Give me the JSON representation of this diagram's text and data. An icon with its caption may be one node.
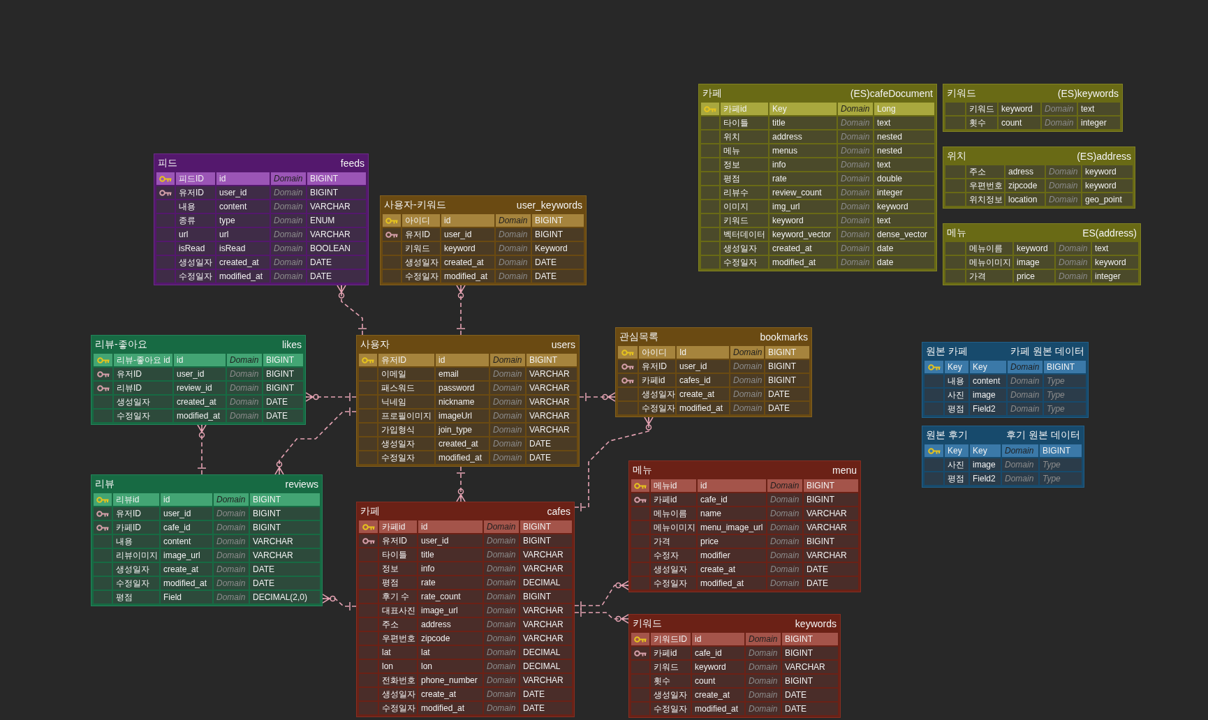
{
  "diagram": {
    "nodes": [
      {
        "text": [
          "피드",
          "feeds"
        ]
      },
      {
        "text": [
          "피드ID",
          "id",
          "Domain",
          "BIGINT"
        ],
        "in": 0
      },
      {
        "text": [
          "유저ID",
          "user_id",
          "Domain",
          "BIGINT"
        ],
        "in": 0
      },
      {
        "text": [
          "내용",
          "content",
          "Domain",
          "VARCHAR"
        ],
        "in": 0
      },
      {
        "text": [
          "종류",
          "type",
          "Domain",
          "ENUM"
        ],
        "in": 0
      },
      {
        "text": [
          "url",
          "url",
          "Domain",
          "VARCHAR"
        ],
        "in": 0
      },
      {
        "text": [
          "isRead",
          "isRead",
          "Domain",
          "BOOLEAN"
        ],
        "in": 0
      },
      {
        "text": [
          "생성일자",
          "created_at",
          "Domain",
          "DATE"
        ],
        "in": 0
      },
      {
        "text": [
          "수정일자",
          "modified_at",
          "Domain",
          "DATE"
        ],
        "in": 0
      },
      {
        "text": [
          "사용자-키워드",
          "user_keywords"
        ]
      },
      {
        "text": [
          "아이디",
          "id",
          "Domain",
          "BIGINT"
        ],
        "in": 9
      },
      {
        "text": [
          "유저ID",
          "user_id",
          "Domain",
          "BIGINT"
        ],
        "in": 9
      },
      {
        "text": [
          "키워드",
          "keyword",
          "Domain",
          "Keyword"
        ],
        "in": 9
      },
      {
        "text": [
          "생성일자",
          "created_at",
          "Domain",
          "DATE"
        ],
        "in": 9
      },
      {
        "text": [
          "수정일자",
          "modified_at",
          "Domain",
          "DATE"
        ],
        "in": 9
      },
      {
        "text": [
          "카페",
          "(ES)cafeDocument"
        ]
      },
      {
        "text": [
          "카페id",
          "Key",
          "Domain",
          "Long"
        ],
        "in": 15
      },
      {
        "text": [
          "타이틀",
          "title",
          "Domain",
          "text"
        ],
        "in": 15
      },
      {
        "text": [
          "위치",
          "address",
          "Domain",
          "nested"
        ],
        "in": 15
      },
      {
        "text": [
          "메뉴",
          "menus",
          "Domain",
          "nested"
        ],
        "in": 15
      },
      {
        "text": [
          "정보",
          "info",
          "Domain",
          "text"
        ],
        "in": 15
      },
      {
        "text": [
          "평점",
          "rate",
          "Domain",
          "double"
        ],
        "in": 15
      },
      {
        "text": [
          "리뷰수",
          "review_count",
          "Domain",
          "integer"
        ],
        "in": 15
      },
      {
        "text": [
          "이미지",
          "img_url",
          "Domain",
          "keyword"
        ],
        "in": 15
      },
      {
        "text": [
          "키워드",
          "keyword",
          "Domain",
          "text"
        ],
        "in": 15
      },
      {
        "text": [
          "벡터데이터",
          "keyword_vector",
          "Domain",
          "dense_vector"
        ],
        "in": 15
      },
      {
        "text": [
          "생성일자",
          "created_at",
          "Domain",
          "date"
        ],
        "in": 15
      },
      {
        "text": [
          "수정일자",
          "modified_at",
          "Domain",
          "date"
        ],
        "in": 15
      },
      {
        "text": [
          "키워드",
          "(ES)keywords"
        ]
      },
      {
        "text": [
          "키워드",
          "keyword",
          "Domain",
          "text"
        ],
        "in": 28
      },
      {
        "text": [
          "횟수",
          "count",
          "Domain",
          "integer"
        ],
        "in": 28
      },
      {
        "text": [
          "위치",
          "(ES)address"
        ]
      },
      {
        "text": [
          "주소",
          "adress",
          "Domain",
          "keyword"
        ],
        "in": 31
      },
      {
        "text": [
          "우편번호",
          "zipcode",
          "Domain",
          "keyword"
        ],
        "in": 31
      },
      {
        "text": [
          "위치정보",
          "location",
          "Domain",
          "geo_point"
        ],
        "in": 31
      },
      {
        "text": [
          "메뉴",
          "ES(address)"
        ]
      },
      {
        "text": [
          "메뉴이름",
          "keyword",
          "Domain",
          "text"
        ],
        "in": 35
      },
      {
        "text": [
          "메뉴이미지",
          "image",
          "Domain",
          "keyword"
        ],
        "in": 35
      },
      {
        "text": [
          "가격",
          "price",
          "Domain",
          "integer"
        ],
        "in": 35
      },
      {
        "text": [
          "리뷰-좋아요",
          "likes"
        ]
      },
      {
        "text": [
          "리뷰-좋아요 id",
          "id",
          "Domain",
          "BIGINT"
        ],
        "in": 39
      },
      {
        "text": [
          "유저ID",
          "user_id",
          "Domain",
          "BIGINT"
        ],
        "in": 39
      },
      {
        "text": [
          "리뷰ID",
          "review_id",
          "Domain",
          "BIGINT"
        ],
        "in": 39
      },
      {
        "text": [
          "생성일자",
          "created_at",
          "Domain",
          "DATE"
        ],
        "in": 39
      },
      {
        "text": [
          "수정일자",
          "modified_at",
          "Domain",
          "DATE"
        ],
        "in": 39
      },
      {
        "text": [
          "사용자",
          "users"
        ]
      },
      {
        "text": [
          "유저ID",
          "id",
          "Domain",
          "BIGINT"
        ],
        "in": 45
      },
      {
        "text": [
          "이메일",
          "email",
          "Domain",
          "VARCHAR"
        ],
        "in": 45
      },
      {
        "text": [
          "패스워드",
          "password",
          "Domain",
          "VARCHAR"
        ],
        "in": 45
      },
      {
        "text": [
          "닉네임",
          "nickname",
          "Domain",
          "VARCHAR"
        ],
        "in": 45
      },
      {
        "text": [
          "프로필이미지",
          "imageUrl",
          "Domain",
          "VARCHAR"
        ],
        "in": 45
      },
      {
        "text": [
          "가입형식",
          "join_type",
          "Domain",
          "VARCHAR"
        ],
        "in": 45
      },
      {
        "text": [
          "생성일자",
          "created_at",
          "Domain",
          "DATE"
        ],
        "in": 45
      },
      {
        "text": [
          "수정일자",
          "modified_at",
          "Domain",
          "DATE"
        ],
        "in": 45
      },
      {
        "text": [
          "관심목록",
          "bookmarks"
        ]
      },
      {
        "text": [
          "아이디",
          "Id",
          "Domain",
          "BIGINT"
        ],
        "in": 54
      },
      {
        "text": [
          "유저ID",
          "user_id",
          "Domain",
          "BIGINT"
        ],
        "in": 54
      },
      {
        "text": [
          "카페id",
          "cafes_id",
          "Domain",
          "BIGINT"
        ],
        "in": 54
      },
      {
        "text": [
          "생성일자",
          "create_at",
          "Domain",
          "DATE"
        ],
        "in": 54
      },
      {
        "text": [
          "수정일자",
          "modified_at",
          "Domain",
          "DATE"
        ],
        "in": 54
      },
      {
        "text": [
          "원본 카페",
          "카페 원본 데이터"
        ]
      },
      {
        "text": [
          "Key",
          "Key",
          "Domain",
          "BIGINT"
        ],
        "in": 60
      },
      {
        "text": [
          "내용",
          "content",
          "Domain",
          "Type"
        ],
        "in": 60
      },
      {
        "text": [
          "사진",
          "image",
          "Domain",
          "Type"
        ],
        "in": 60
      },
      {
        "text": [
          "평점",
          "Field2",
          "Domain",
          "Type"
        ],
        "in": 60
      },
      {
        "text": [
          "원본 후기",
          "후기 원본 데이터"
        ]
      },
      {
        "text": [
          "Key",
          "Key",
          "Domain",
          "BIGINT"
        ],
        "in": 65
      },
      {
        "text": [
          "사진",
          "image",
          "Domain",
          "Type"
        ],
        "in": 65
      },
      {
        "text": [
          "평점",
          "Field2",
          "Domain",
          "Type"
        ],
        "in": 65
      },
      {
        "text": [
          "리뷰",
          "reviews"
        ]
      },
      {
        "text": [
          "리뷰id",
          "id",
          "Domain",
          "BIGINT"
        ],
        "in": 69
      },
      {
        "text": [
          "유저ID",
          "user_id",
          "Domain",
          "BIGINT"
        ],
        "in": 69
      },
      {
        "text": [
          "카페ID",
          "cafe_id",
          "Domain",
          "BIGINT"
        ],
        "in": 69
      },
      {
        "text": [
          "내용",
          "content",
          "Domain",
          "VARCHAR"
        ],
        "in": 69
      },
      {
        "text": [
          "리뷰이미지",
          "image_url",
          "Domain",
          "VARCHAR"
        ],
        "in": 69
      },
      {
        "text": [
          "생성일자",
          "create_at",
          "Domain",
          "DATE"
        ],
        "in": 69
      },
      {
        "text": [
          "수정일자",
          "modified_at",
          "Domain",
          "DATE"
        ],
        "in": 69
      },
      {
        "text": [
          "평점",
          "Field",
          "Domain",
          "DECIMAL(2,0)"
        ],
        "in": 69
      },
      {
        "text": [
          "카페",
          "cafes"
        ]
      },
      {
        "text": [
          "카페id",
          "id",
          "Domain",
          "BIGINT"
        ],
        "in": 78
      },
      {
        "text": [
          "유저ID",
          "user_id",
          "Domain",
          "BIGINT"
        ],
        "in": 78
      },
      {
        "text": [
          "타이틀",
          "title",
          "Domain",
          "VARCHAR"
        ],
        "in": 78
      },
      {
        "text": [
          "정보",
          "info",
          "Domain",
          "VARCHAR"
        ],
        "in": 78
      },
      {
        "text": [
          "평점",
          "rate",
          "Domain",
          "DECIMAL"
        ],
        "in": 78
      },
      {
        "text": [
          "후기 수",
          "rate_count",
          "Domain",
          "BIGINT"
        ],
        "in": 78
      },
      {
        "text": [
          "대표사진",
          "image_url",
          "Domain",
          "VARCHAR"
        ],
        "in": 78
      },
      {
        "text": [
          "주소",
          "address",
          "Domain",
          "VARCHAR"
        ],
        "in": 78
      },
      {
        "text": [
          "우편번호",
          "zipcode",
          "Domain",
          "VARCHAR"
        ],
        "in": 78
      },
      {
        "text": [
          "lat",
          "lat",
          "Domain",
          "DECIMAL"
        ],
        "in": 78
      },
      {
        "text": [
          "lon",
          "lon",
          "Domain",
          "DECIMAL"
        ],
        "in": 78
      },
      {
        "text": [
          "전화번호",
          "phone_number",
          "Domain",
          "VARCHAR"
        ],
        "in": 78
      },
      {
        "text": [
          "생성일자",
          "create_at",
          "Domain",
          "DATE"
        ],
        "in": 78
      },
      {
        "text": [
          "수정일자",
          "modified_at",
          "Domain",
          "DATE"
        ],
        "in": 78
      },
      {
        "text": [
          "메뉴",
          "menu"
        ]
      },
      {
        "text": [
          "메뉴id",
          "id",
          "Domain",
          "BIGINT"
        ],
        "in": 93
      },
      {
        "text": [
          "카페id",
          "cafe_id",
          "Domain",
          "BIGINT"
        ],
        "in": 93
      },
      {
        "text": [
          "메뉴이름",
          "name",
          "Domain",
          "VARCHAR"
        ],
        "in": 93
      },
      {
        "text": [
          "메뉴이미지",
          "menu_image_url",
          "Domain",
          "VARCHAR"
        ],
        "in": 93
      },
      {
        "text": [
          "가격",
          "price",
          "Domain",
          "BIGINT"
        ],
        "in": 93
      },
      {
        "text": [
          "수정자",
          "modifier",
          "Domain",
          "VARCHAR"
        ],
        "in": 93
      },
      {
        "text": [
          "생성일자",
          "create_at",
          "Domain",
          "DATE"
        ],
        "in": 93
      },
      {
        "text": [
          "수정일자",
          "modified_at",
          "Domain",
          "DATE"
        ],
        "in": 93
      },
      {
        "text": [
          "키워드",
          "keywords"
        ]
      },
      {
        "text": [
          "키워드ID",
          "id",
          "Domain",
          "BIGINT"
        ],
        "in": 102
      },
      {
        "text": [
          "카페id",
          "cafe_id",
          "Domain",
          "BIGINT"
        ],
        "in": 102
      },
      {
        "text": [
          "키워드",
          "keyword",
          "Domain",
          "VARCHAR"
        ],
        "in": 102
      },
      {
        "text": [
          "횟수",
          "count",
          "Domain",
          "BIGINT"
        ],
        "in": 102
      },
      {
        "text": [
          "생성일자",
          "create_at",
          "Domain",
          "DATE"
        ],
        "in": 102
      },
      {
        "text": [
          "수정일자",
          "modified_at",
          "Domain",
          "DATE"
        ],
        "in": 102
      }
    ],
    "edges": [
      {
        "from": 45,
        "to": 0,
        "arrow": "other",
        "style": "dashed"
      },
      {
        "from": 45,
        "to": 9,
        "arrow": "other",
        "style": "dashed"
      },
      {
        "from": 45,
        "to": 39,
        "arrow": "other",
        "style": "dashed"
      },
      {
        "from": 45,
        "to": 69,
        "arrow": "other",
        "style": "dashed"
      },
      {
        "from": 69,
        "to": 39,
        "arrow": "other",
        "style": "dashed"
      },
      {
        "from": 45,
        "to": 54,
        "arrow": "other",
        "style": "dashed"
      },
      {
        "from": 78,
        "to": 54,
        "arrow": "other",
        "style": "dashed"
      },
      {
        "from": 45,
        "to": 78,
        "arrow": "other",
        "style": "dashed"
      },
      {
        "from": 78,
        "to": 69,
        "arrow": "other",
        "style": "dashed"
      },
      {
        "from": 78,
        "to": 93,
        "arrow": "other",
        "style": "dashed"
      },
      {
        "from": 78,
        "to": 102,
        "arrow": "other",
        "style": "dashed"
      }
    ]
  }
}
